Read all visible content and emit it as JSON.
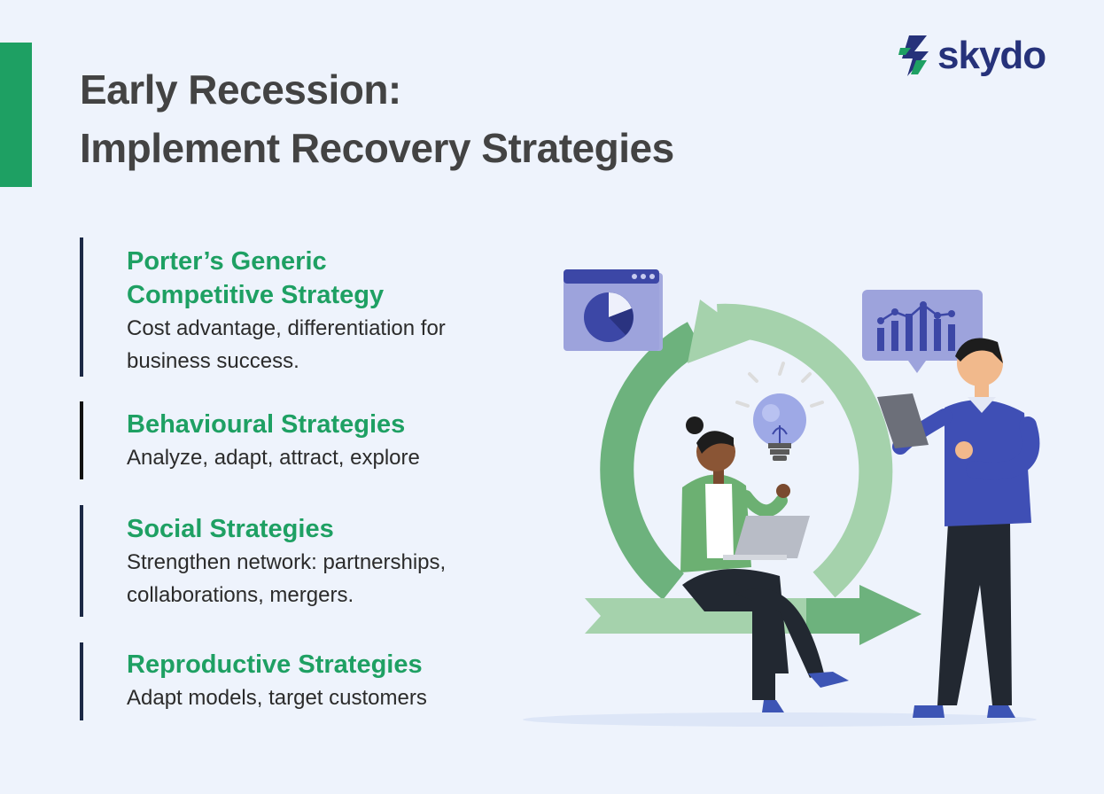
{
  "header": {
    "title_line1": "Early Recession:",
    "title_line2": "Implement Recovery Strategies"
  },
  "brand": {
    "name": "skydo",
    "colors": {
      "green": "#1ea063",
      "navy": "#26327a",
      "background": "#eef3fc"
    }
  },
  "strategies": [
    {
      "title_line1": "Porter’s Generic",
      "title_line2": "Competitive Strategy",
      "description": "Cost advantage, differentiation for business success."
    },
    {
      "title": "Behavioural Strategies",
      "description": "Analyze, adapt, attract, explore"
    },
    {
      "title": "Social Strategies",
      "description": "Strengthen network: partnerships, collaborations, mergers."
    },
    {
      "title": "Reproductive Strategies",
      "description": "Adapt models, target customers"
    }
  ],
  "illustration": {
    "icons": [
      "pie-chart-window-icon",
      "bar-line-chart-bubble-icon",
      "lightbulb-icon",
      "cycle-arrows-icon",
      "laptop-icon",
      "tablet-icon"
    ]
  }
}
